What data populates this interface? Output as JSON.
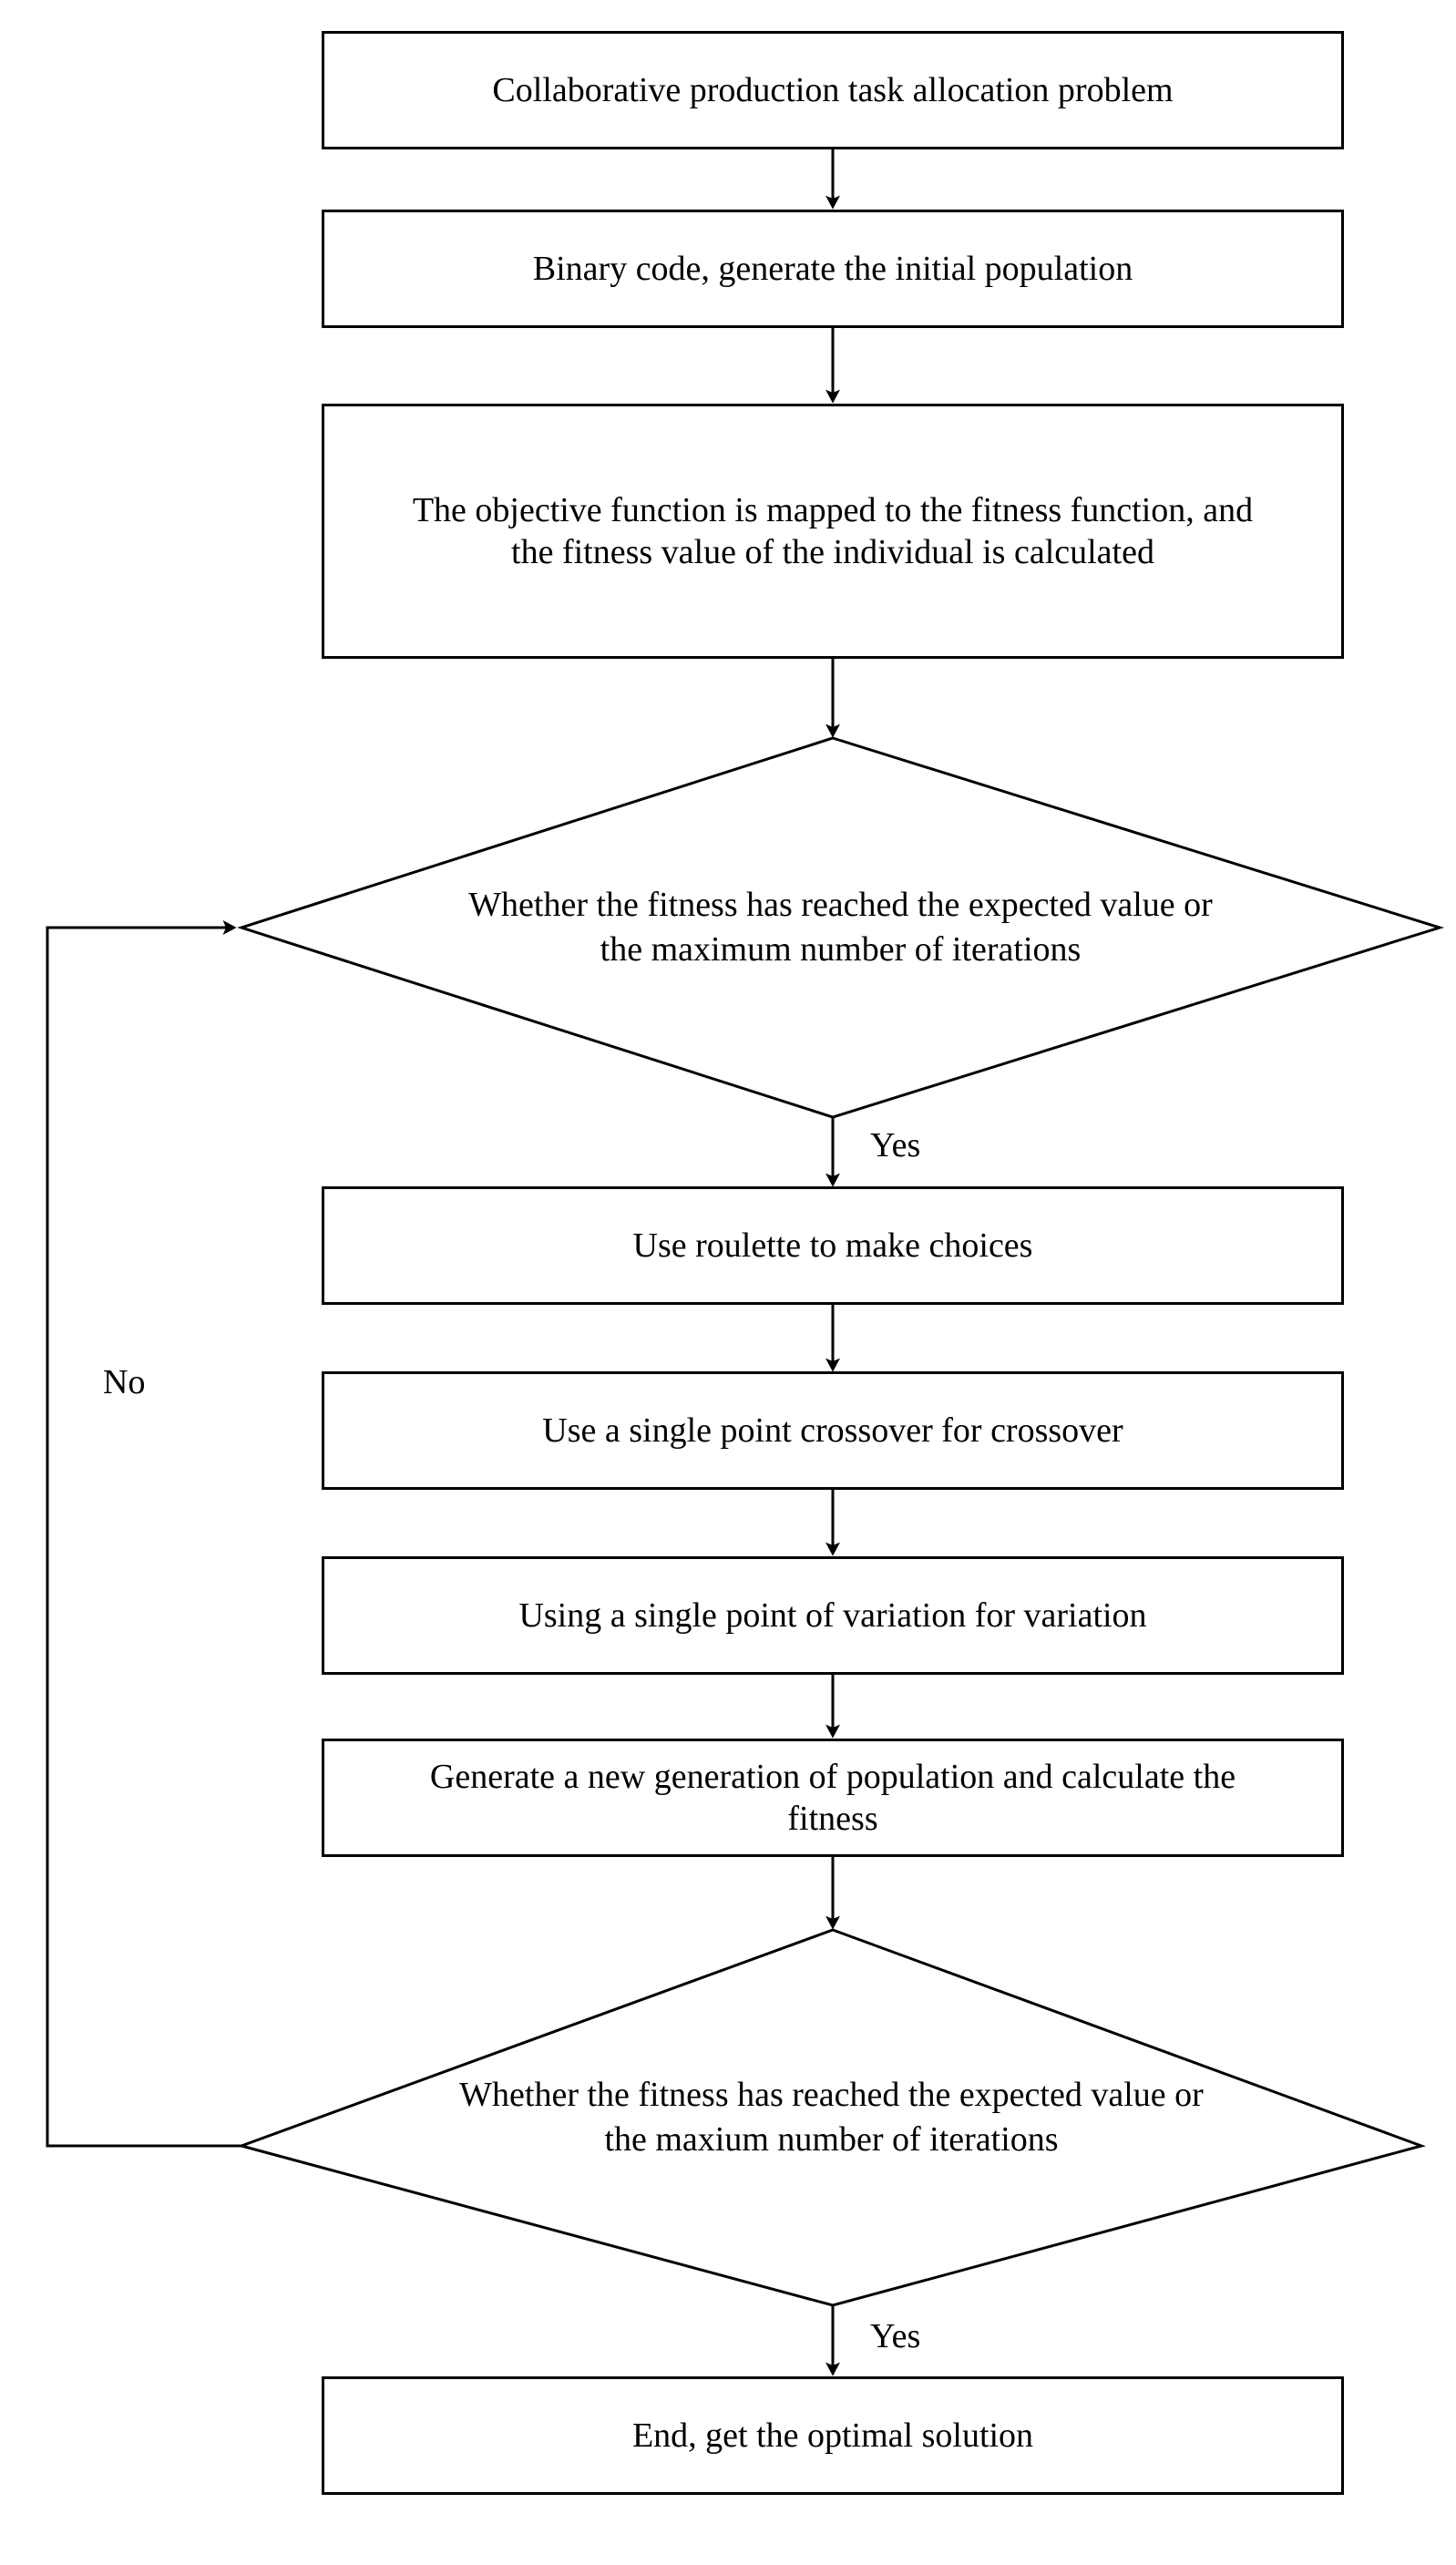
{
  "diagram": {
    "type": "flowchart",
    "title": "Genetic algorithm flowchart for collaborative production task allocation",
    "orientation": "top-to-bottom",
    "stroke_color": "#000000",
    "fill_color": "#ffffff",
    "background": "#ffffff"
  },
  "nodes": [
    {
      "id": "n1",
      "shape": "rectangle",
      "text": "Collaborative production task allocation problem"
    },
    {
      "id": "n2",
      "shape": "rectangle",
      "text": "Binary code, generate the initial population"
    },
    {
      "id": "n3",
      "shape": "rectangle",
      "text": "The objective function is mapped to the fitness function, and the fitness value of the individual is calculated"
    },
    {
      "id": "n4",
      "shape": "diamond",
      "text": "Whether the fitness has reached the expected value or the maximum number of iterations"
    },
    {
      "id": "n5",
      "shape": "rectangle",
      "text": "Use roulette to make choices"
    },
    {
      "id": "n6",
      "shape": "rectangle",
      "text": "Use a single point crossover for crossover"
    },
    {
      "id": "n7",
      "shape": "rectangle",
      "text": "Using a single point of variation for variation"
    },
    {
      "id": "n8",
      "shape": "rectangle",
      "text": "Generate a new generation of population and calculate the fitness"
    },
    {
      "id": "n9",
      "shape": "diamond",
      "text": "Whether the fitness has reached the expected value or the maxium number of iterations"
    },
    {
      "id": "n10",
      "shape": "rectangle",
      "text": "End, get the optimal solution"
    }
  ],
  "edge_labels": {
    "yes_top": "Yes",
    "no_left": "No",
    "yes_bottom": "Yes"
  }
}
